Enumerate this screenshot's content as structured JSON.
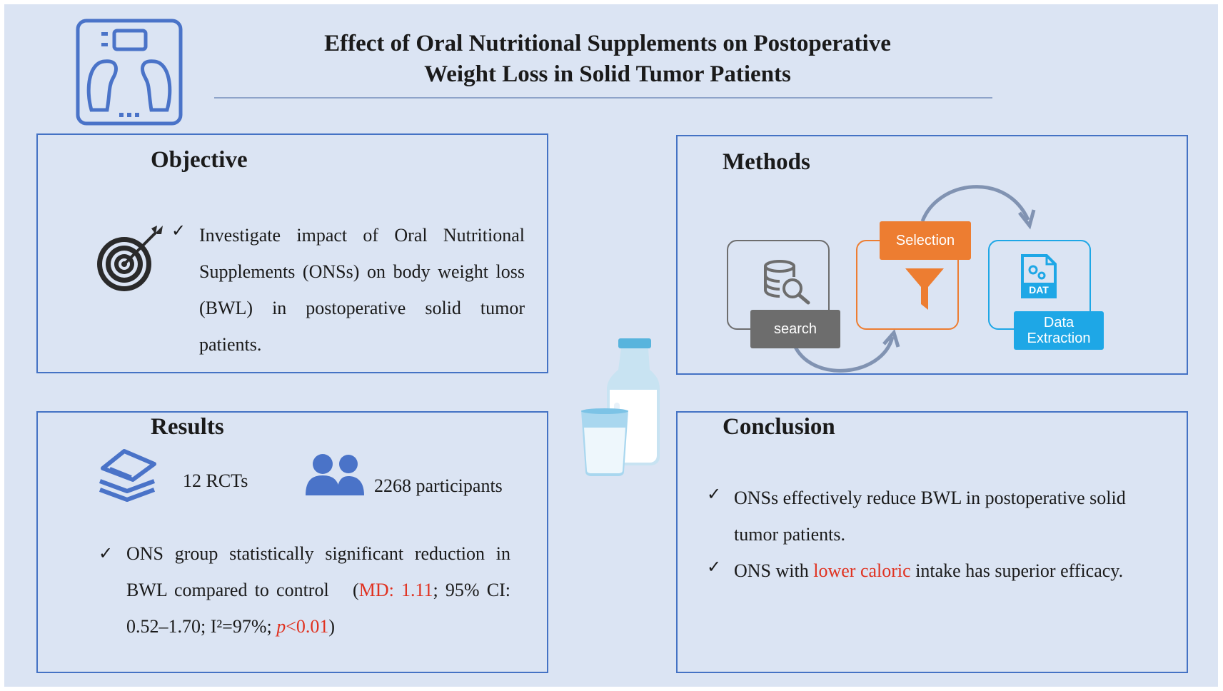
{
  "title": {
    "line1": "Effect of Oral Nutritional Supplements on Postoperative",
    "line2": "Weight Loss in Solid Tumor Patients"
  },
  "objective": {
    "heading": "Objective",
    "text": "Investigate impact of Oral Nutritional Supplements (ONSs) on body weight loss (BWL) in postoperative solid tumor patients."
  },
  "methods": {
    "heading": "Methods",
    "steps": {
      "search": "search",
      "selection": "Selection",
      "extraction_line1": "Data",
      "extraction_line2": "Extraction",
      "file_label": "DAT"
    }
  },
  "results": {
    "heading": "Results",
    "rcts": "12 RCTs",
    "participants": "2268 participants",
    "finding_prefix": "ONS group statistically significant reduction in BWL compared to control　(",
    "md": "MD: 1.11",
    "sep1": "; 95% CI: 0.52–1.70; I²=97%; ",
    "p_letter": "p",
    "p_value": "<0.01",
    "finding_suffix": ")"
  },
  "conclusion": {
    "heading": "Conclusion",
    "item1": "ONSs effectively reduce BWL in postoperative solid tumor patients.",
    "item2_prefix": "ONS with ",
    "item2_highlight": "lower caloric",
    "item2_suffix": " intake has superior efficacy."
  },
  "colors": {
    "panel_border": "#4472c4",
    "background": "#dbe4f3",
    "highlight_red": "#e0311f",
    "search_gray": "#6d6d6d",
    "selection_orange": "#ed7d31",
    "extraction_blue": "#1ea7e6",
    "icon_blue": "#4a73c8"
  },
  "icons": [
    "scale-icon",
    "target-icon",
    "database-search-icon",
    "filter-icon",
    "data-file-icon",
    "papers-stack-icon",
    "people-icon",
    "milk-bottle-icon",
    "milk-glass-icon",
    "checkmark-icon"
  ]
}
